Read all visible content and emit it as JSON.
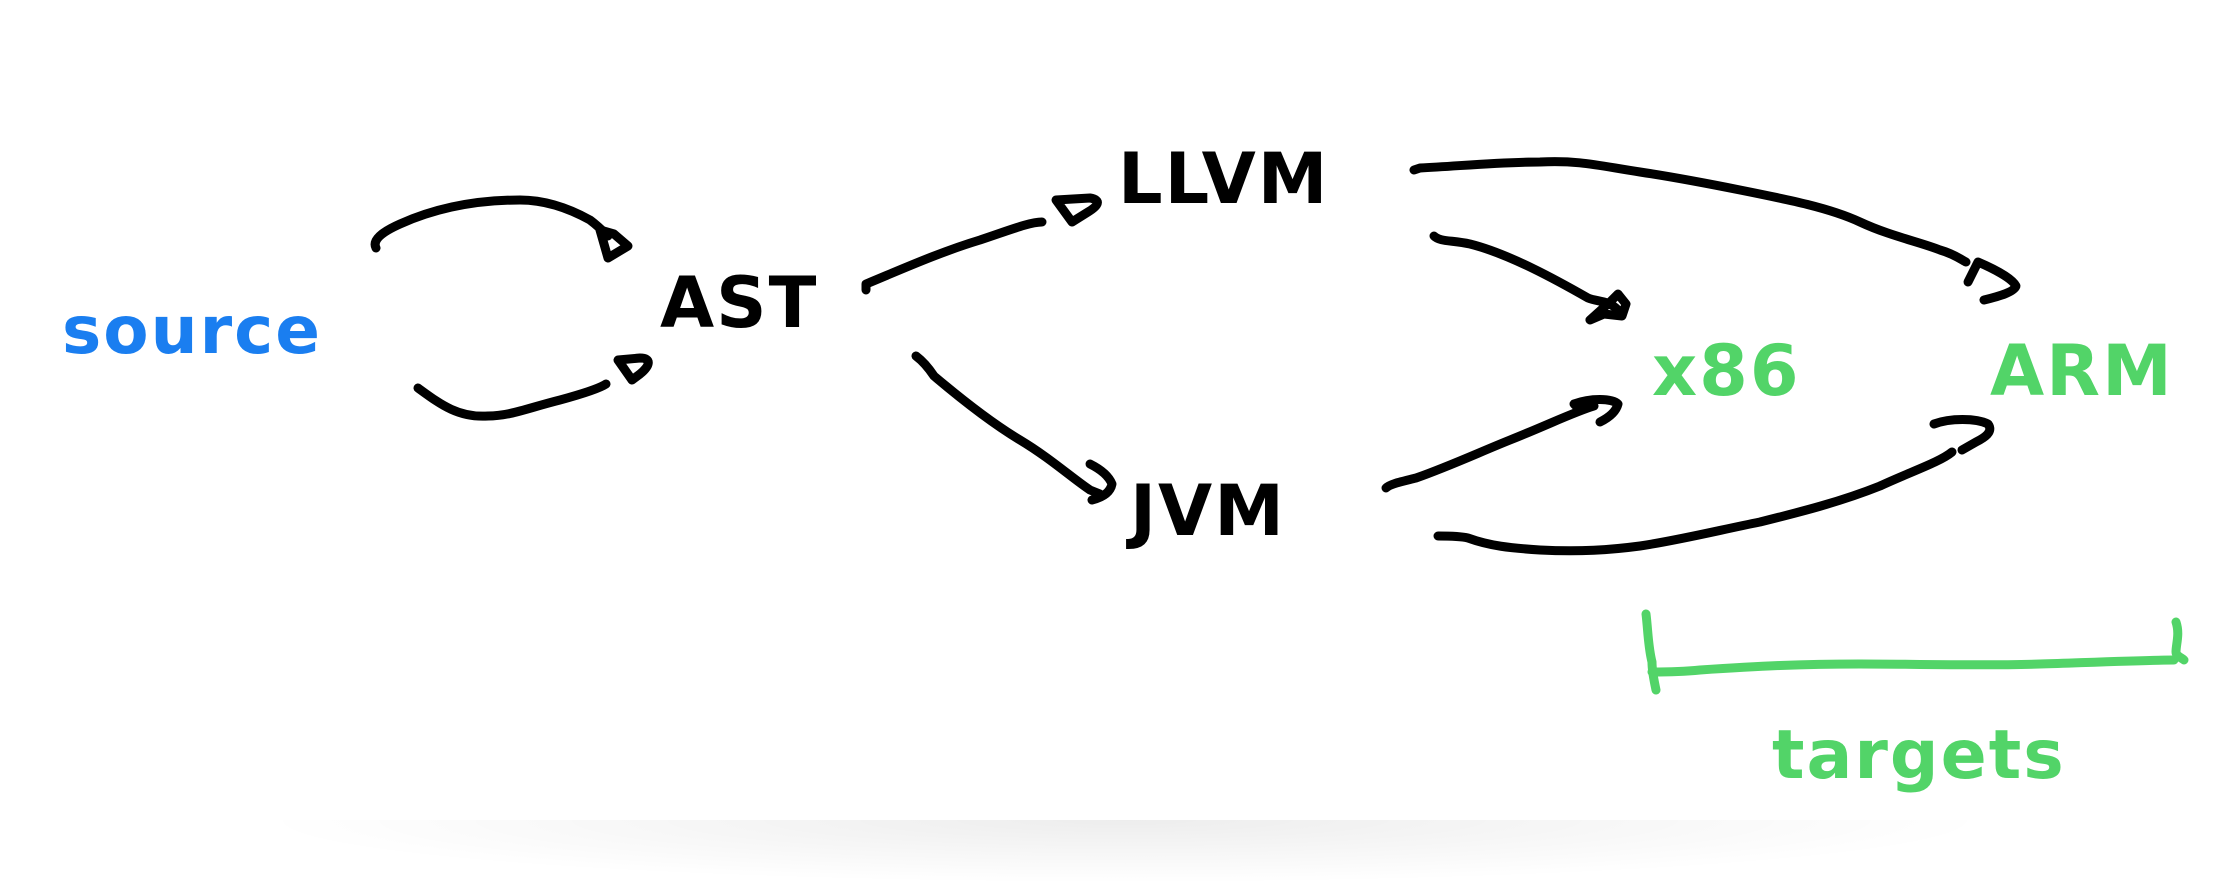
{
  "diagram": {
    "nodes": {
      "source": {
        "label": "source",
        "color": "#1a7ef0"
      },
      "ast": {
        "label": "AST",
        "color": "#000000"
      },
      "llvm": {
        "label": "LLVM",
        "color": "#000000"
      },
      "jvm": {
        "label": "JVM",
        "color": "#000000"
      },
      "x86": {
        "label": "x86",
        "color": "#52d468"
      },
      "arm": {
        "label": "ARM",
        "color": "#52d468"
      }
    },
    "group": {
      "label": "targets",
      "color": "#52d468",
      "members": [
        "x86",
        "ARM"
      ]
    },
    "edges": [
      {
        "from": "source",
        "to": "AST"
      },
      {
        "from": "AST",
        "to": "LLVM"
      },
      {
        "from": "AST",
        "to": "JVM"
      },
      {
        "from": "LLVM",
        "to": "x86"
      },
      {
        "from": "LLVM",
        "to": "ARM"
      },
      {
        "from": "JVM",
        "to": "x86"
      },
      {
        "from": "JVM",
        "to": "ARM"
      }
    ],
    "ink_color": "#000000"
  }
}
